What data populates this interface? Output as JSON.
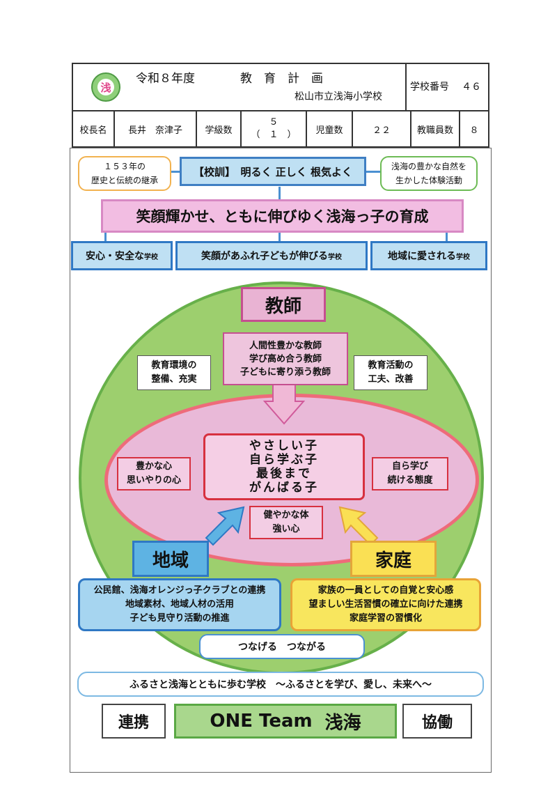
{
  "header": {
    "emblem_char": "浅",
    "title_year": "令和８年度",
    "title_plan": "教　育　計　画",
    "school_name": "松山市立浅海小学校",
    "school_number_label": "学校番号",
    "school_number": "４６",
    "principal_label": "校長名",
    "principal_name": "長井　奈津子",
    "classes_label": "学級数",
    "classes_value": "５",
    "classes_sub": "（　１　）",
    "students_label": "児童数",
    "students_value": "２２",
    "staff_label": "教職員数",
    "staff_value": "８"
  },
  "top": {
    "history": [
      "１５３年の",
      "歴史と伝統の継承"
    ],
    "motto": "【校訓】　明るく 正しく 根気よく",
    "nature": [
      "浅海の豊かな自然を",
      "生かした体験活動"
    ],
    "goal": "笑顔輝かせ、ともに伸びゆく浅海っ子の育成",
    "sub_goals": [
      {
        "main": "安心・安全な",
        "small": "学校"
      },
      {
        "main": "笑顔があふれ子どもが伸びる",
        "small": "学校"
      },
      {
        "main": "地域に愛される",
        "small": "学校"
      }
    ]
  },
  "diagram": {
    "teacher_title": "教師",
    "teacher_desc": [
      "人間性豊かな教師",
      "学び高め合う教師",
      "子どもに寄り添う教師"
    ],
    "left_note": [
      "教育環境の",
      "整備、充実"
    ],
    "right_note": [
      "教育活動の",
      "工夫、改善"
    ],
    "child_goals": [
      "やさしい子",
      "自ら学ぶ子",
      "最後まで",
      "がんばる子"
    ],
    "heart": [
      "豊かな心",
      "思いやりの心"
    ],
    "learning": [
      "自ら学び",
      "続ける態度"
    ],
    "body": [
      "健やかな体",
      "強い心"
    ],
    "region_title": "地域",
    "region_desc": [
      "公民館、浅海オレンジっ子クラブとの連携",
      "地域素材、地域人材の活用",
      "子ども見守り活動の推進"
    ],
    "family_title": "家庭",
    "family_desc": [
      "家族の一員としての自覚と安心感",
      "望ましい生活習慣の確立に向けた連携",
      "家庭学習の習慣化"
    ],
    "connect": "つなげる　つながる"
  },
  "bottom": {
    "slogan": "ふるさと浅海とともに歩む学校　～ふるさとを学び、愛し、未来へ～",
    "left": "連携",
    "team_en": "ONE Team",
    "team_jp": "浅海",
    "right": "協働"
  },
  "colors": {
    "outer_green": "#67b04a",
    "inner_pink": "#ee6b7a",
    "blue": "#2f78c4",
    "yellow": "#f8e65e"
  }
}
